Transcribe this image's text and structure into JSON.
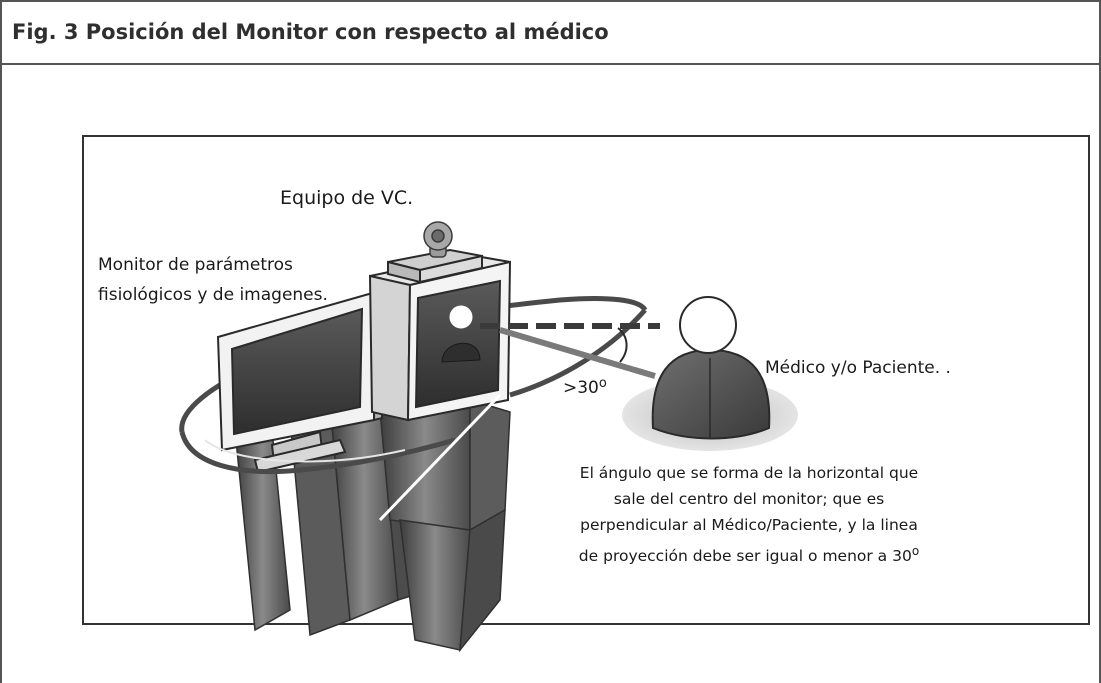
{
  "figure": {
    "title": "Fig. 3 Posición del Monitor con respecto al médico"
  },
  "labels": {
    "equipo": "Equipo de VC.",
    "monitor_line1": "Monitor de parámetros",
    "monitor_line2": "fisiológicos y de imagenes.",
    "medico": "Médico y/o Paciente. .",
    "angle_value": ">30",
    "angle_degree": "o"
  },
  "caption": {
    "line1": "El ángulo que se forma de la horizontal que",
    "line2": "sale del centro del monitor; que es",
    "line3": "perpendicular al Médico/Paciente, y la linea",
    "line4_text": "de proyección debe ser igual o menor a 30",
    "line4_degree": "o"
  },
  "colors": {
    "frame": "#555555",
    "text": "#1a1a1a",
    "dark_gray": "#4a4a4a",
    "mid_gray": "#8c8c8c",
    "light_gray": "#d0d0d0"
  }
}
